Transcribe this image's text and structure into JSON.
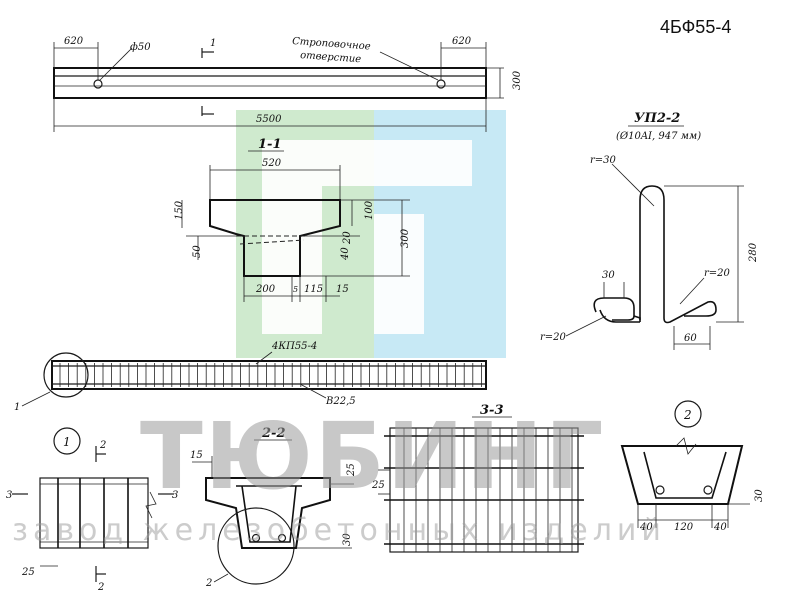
{
  "sheet_code": "4БФ55-4",
  "watermark": {
    "brand": "ТЮБИНГ",
    "subtitle": "завод железобетонных изделий",
    "colors": {
      "green": "#bfe3bd",
      "blue": "#bde5f3"
    }
  },
  "elevation": {
    "dim_left": "620",
    "dim_right": "620",
    "hole_dia": "ф50",
    "hole_note_line1": "Строповочное",
    "hole_note_line2": "отверстие",
    "section_mark": "1",
    "height": "300",
    "length": "5500"
  },
  "section_1_1": {
    "title": "1-1",
    "top_width": "520",
    "left_dims": [
      "150",
      "50"
    ],
    "right_dims": [
      "100",
      "20",
      "40",
      "300"
    ],
    "bottom_dims": [
      "200",
      "5",
      "115",
      "15"
    ]
  },
  "up_2_2": {
    "title": "УП2-2",
    "subtitle": "(Ø10AI, 947 мм)",
    "r_top": "r=30",
    "r_mid": "r=20",
    "r_left": "r=20",
    "dim_30": "30",
    "height": "280",
    "bottom": "60"
  },
  "cage": {
    "label_top": "4КП55-4",
    "label_bottom": "В22,5",
    "callout": "1"
  },
  "detail_1": {
    "mark": "1",
    "cut_a": "2",
    "cut_b": "2",
    "side_l": "3",
    "side_r": "3",
    "dim": "25"
  },
  "section_2_2": {
    "title": "2-2",
    "dim_top": "15",
    "dim_right": "25",
    "dim_bottom": "30",
    "callout": "2"
  },
  "section_3_3": {
    "title": "3-3",
    "dim": "25"
  },
  "detail_2": {
    "mark": "2",
    "dims": [
      "40",
      "120",
      "40"
    ],
    "dim_right": "30"
  }
}
